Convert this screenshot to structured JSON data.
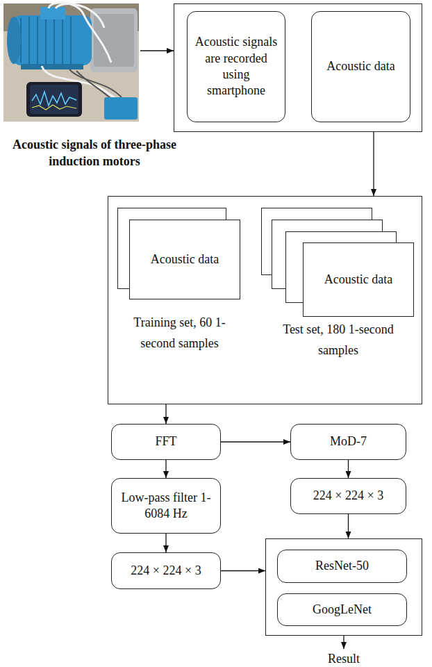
{
  "diagram": {
    "nodes": [
      {
        "text": []
      },
      {
        "text": [
          "Acoustic signals are recorded using smartphone"
        ],
        "in": 0
      },
      {
        "text": [
          "Acoustic data"
        ],
        "in": 0
      },
      {
        "text": []
      },
      {
        "text": [
          "Acoustic data",
          "Training set, 60 1-second samples"
        ],
        "in": 3
      },
      {
        "text": [
          "Acoustic data",
          "Test set, 180 1-second samples"
        ],
        "in": 3
      },
      {
        "text": [
          "FFT"
        ]
      },
      {
        "text": [
          "MoD-7"
        ]
      },
      {
        "text": [
          "Low-pass filter 1-6084 Hz"
        ]
      },
      {
        "text": [
          "224 × 224 × 3"
        ]
      },
      {
        "text": [
          "224 × 224 × 3"
        ]
      },
      {
        "text": []
      },
      {
        "text": [
          "ResNet-50"
        ],
        "in": 11
      },
      {
        "text": [
          "GoogLeNet"
        ],
        "in": 11
      }
    ],
    "edges": [
      {
        "from": 1,
        "to": 2,
        "arrow": "to"
      },
      {
        "from": 0,
        "to": 3,
        "arrow": "to"
      },
      {
        "from": 3,
        "to": 6,
        "arrow": "to"
      },
      {
        "from": 6,
        "to": 7,
        "arrow": "to"
      },
      {
        "from": 6,
        "to": 8,
        "arrow": "to"
      },
      {
        "from": 7,
        "to": 9,
        "arrow": "to"
      },
      {
        "from": 8,
        "to": 10,
        "arrow": "to"
      },
      {
        "from": 9,
        "to": 11,
        "arrow": "to"
      },
      {
        "from": 10,
        "to": 11,
        "arrow": "to"
      }
    ],
    "labels": [
      "Acoustic signals of three-phase induction motors",
      "Result"
    ]
  }
}
